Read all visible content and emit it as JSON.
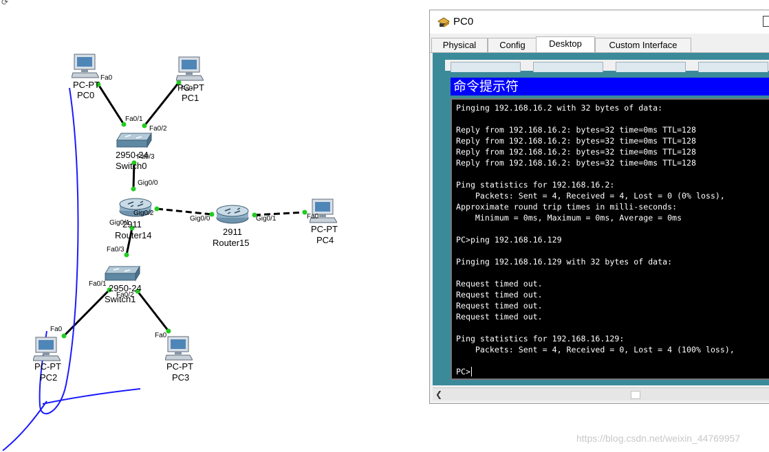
{
  "topology": {
    "devices": {
      "pc0": {
        "model": "PC-PT",
        "name": "PC0"
      },
      "pc1": {
        "model": "PC-PT",
        "name": "PC1"
      },
      "pc2": {
        "model": "PC-PT",
        "name": "PC2"
      },
      "pc3": {
        "model": "PC-PT",
        "name": "PC3"
      },
      "pc4": {
        "model": "PC-PT",
        "name": "PC4"
      },
      "switch0": {
        "model": "2950-24",
        "name": "Switch0"
      },
      "switch1": {
        "model": "2950-24",
        "name": "Switch1"
      },
      "router14": {
        "model": "2911",
        "name": "Router14"
      },
      "router15": {
        "model": "2911",
        "name": "Router15"
      }
    },
    "ports": {
      "pc0_fa0": "Fa0",
      "pc1_fa0": "Fa0",
      "sw0_fa01": "Fa0/1",
      "sw0_fa02": "Fa0/2",
      "sw0_fa03": "Fa0/3",
      "r14_gig00": "Gig0/0",
      "r14_gig02": "Gig0/2",
      "r14_gig01": "Gig0/1",
      "r15_gig00": "Gig0/0",
      "r15_gig01": "Gig0/1",
      "pc4_fa0": "Fa0",
      "sw1_fa03": "Fa0/3",
      "sw1_fa01": "Fa0/1",
      "sw1_fa02": "Fa0/2",
      "pc2_fa0": "Fa0",
      "pc3_fa0": "Fa0"
    },
    "colors": {
      "link": "#000000",
      "port_up": "#22cc22",
      "annotation": "#1a1aff"
    }
  },
  "window": {
    "title": "PC0",
    "icon": "packet-tracer-pc-icon",
    "tabs": [
      {
        "label": "Physical",
        "active": false
      },
      {
        "label": "Config",
        "active": false
      },
      {
        "label": "Desktop",
        "active": true
      },
      {
        "label": "Custom Interface",
        "active": false
      }
    ],
    "cmd_title": "命令提示符",
    "cmd_lines": [
      "Pinging 192.168.16.2 with 32 bytes of data:",
      "",
      "Reply from 192.168.16.2: bytes=32 time=0ms TTL=128",
      "Reply from 192.168.16.2: bytes=32 time=0ms TTL=128",
      "Reply from 192.168.16.2: bytes=32 time=0ms TTL=128",
      "Reply from 192.168.16.2: bytes=32 time=0ms TTL=128",
      "",
      "Ping statistics for 192.168.16.2:",
      "    Packets: Sent = 4, Received = 4, Lost = 0 (0% loss),",
      "Approximate round trip times in milli-seconds:",
      "    Minimum = 0ms, Maximum = 0ms, Average = 0ms",
      "",
      "PC>ping 192.168.16.129",
      "",
      "Pinging 192.168.16.129 with 32 bytes of data:",
      "",
      "Request timed out.",
      "Request timed out.",
      "Request timed out.",
      "Request timed out.",
      "",
      "Ping statistics for 192.168.16.129:",
      "    Packets: Sent = 4, Received = 0, Lost = 4 (100% loss),",
      "",
      "PC>"
    ],
    "colors": {
      "cmd_title_bg": "#0000ff",
      "cmd_bg": "#000000",
      "cmd_text": "#ffffff"
    }
  },
  "watermark": "https://blog.csdn.net/weixin_44769957"
}
